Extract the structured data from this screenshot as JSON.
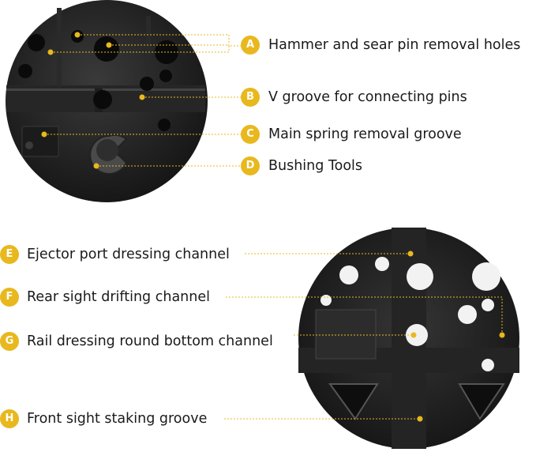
{
  "accent_color": "#e8b81e",
  "top_callouts": [
    {
      "letter": "A",
      "text": "Hammer and sear pin removal holes"
    },
    {
      "letter": "B",
      "text": "V groove for connecting pins"
    },
    {
      "letter": "C",
      "text": "Main spring removal groove"
    },
    {
      "letter": "D",
      "text": "Bushing Tools"
    }
  ],
  "bottom_callouts": [
    {
      "letter": "E",
      "text": "Ejector port dressing channel"
    },
    {
      "letter": "F",
      "text": "Rear sight drifting channel"
    },
    {
      "letter": "G",
      "text": "Rail dressing round bottom channel"
    },
    {
      "letter": "H",
      "text": "Front sight staking groove"
    }
  ]
}
